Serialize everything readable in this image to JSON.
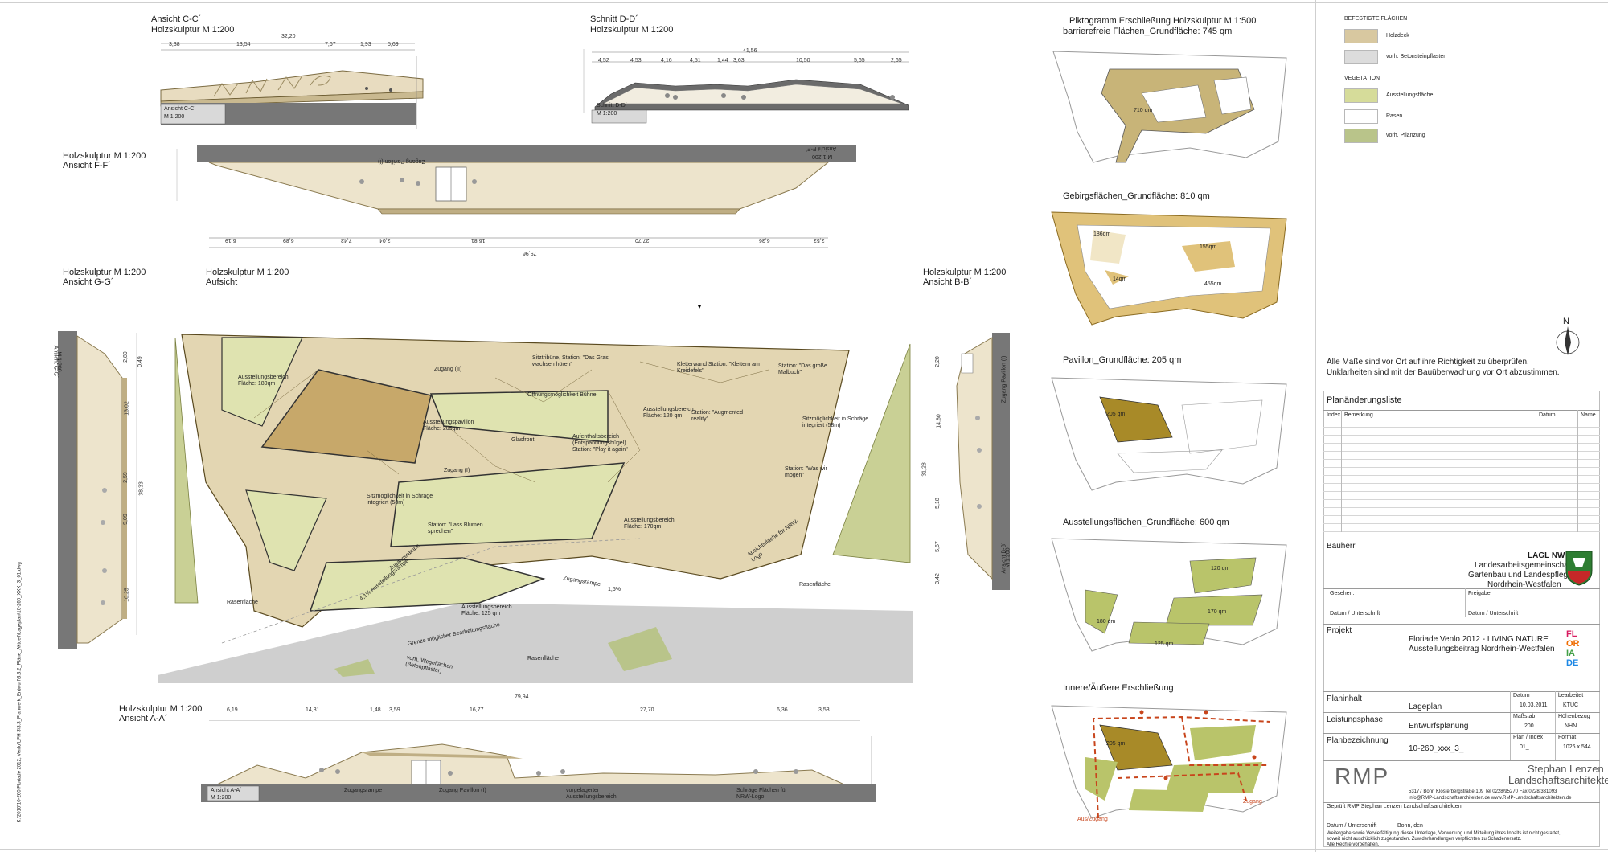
{
  "path_text": "K:\\2010\\10-260 Floriade 2012, Venlo\\LPH 3\\3.3_Planwerk_Entwurf\\3.3.2_Pläne_Aktuell\\Lageplan\\10-260_XXX_3_01.dwg",
  "elevations": {
    "cc": {
      "title1": "Ansicht C-C´",
      "title2": "Holzskulptur M 1:200",
      "total": "32,20",
      "dims": [
        "3,38",
        "13,54",
        "7,67",
        "1,93",
        "5,69"
      ],
      "label1": "Ansicht C-C´",
      "label2": "M 1:200"
    },
    "dd": {
      "title1": "Schnitt D-D´",
      "title2": "Holzskulptur M 1:200",
      "total": "41,56",
      "dims": [
        "4,52",
        "4,53",
        "4,16",
        "4,51",
        "1,44",
        "3,63",
        "10,50",
        "5,65",
        "2,65"
      ],
      "label1": "Schnitt D-D´",
      "label2": "M 1:200"
    },
    "ff": {
      "title1": "Holzskulptur M 1:200",
      "title2": "Ansicht F-F´",
      "total": "79,96",
      "dims": [
        "6,19",
        "6,89",
        "7,42",
        "3,04",
        "16,81",
        "27,70",
        "6,36",
        "3,53"
      ],
      "label_upside": "Zugang Pavillon (I)",
      "label1": "Ansicht F-F´",
      "label2": "M 1:200"
    },
    "gg": {
      "title1": "Holzskulptur M 1:200",
      "title2": "Ansicht G-G´",
      "total": "38,33",
      "dims": [
        "2,89",
        "0,49",
        "13,02",
        "2,59",
        "9,09",
        "10,25"
      ],
      "label1": "Ansicht G-G´",
      "label2": "M 1:200"
    },
    "bb": {
      "title1": "Holzskulptur M 1:200",
      "title2": "Ansicht B-B´",
      "total": "31,28",
      "dims": [
        "2,20",
        "14,80",
        "5,18",
        "5,67",
        "3,42"
      ],
      "label1": "Zugang Pavillon (I)",
      "label2": "Ansicht B-B´",
      "label3": "M 1:200"
    },
    "aa": {
      "title1": "Holzskulptur M 1:200",
      "title2": "Ansicht A-A´",
      "total": "79,94",
      "dims": [
        "6,19",
        "14,31",
        "1,48",
        "3,59",
        "16,77",
        "27,70",
        "6,36",
        "3,53"
      ],
      "label1": "Ansicht A-A´",
      "label2": "M 1:200",
      "captions": [
        "Zugangsrampe",
        "Zugang Pavillon (I)",
        "vorgelagerter Ausstellungsbereich",
        "Schräge Flächen für NRW-Logo"
      ]
    }
  },
  "plan": {
    "title1": "Holzskulptur M 1:200",
    "title2": "Aufsicht",
    "labels": {
      "zugang2": "Zugang (II)",
      "sitztribuene": "Sitztribüne, Station: \"Das Gras wachsen hören\"",
      "kletterwand": "Kletterwand Station: \"Klettern am Kreidefels\"",
      "station_malbuch": "Station: \"Das große Malbuch\"",
      "ausst_180": "Ausstellungsbereich Fläche: 180qm",
      "pavillon": "Ausstellungspavillon Fläche: 205qm",
      "oeffnung": "Öffnungsmöglichkeit Bühne",
      "glasfront": "Glasfront",
      "aufenthalt": "Aufenthaltsbereich (Entspannungshügel) Station: \"Play it again\"",
      "ausst_120": "Ausstellungsbereich Fläche: 120 qm",
      "station_augmented": "Station: \"Augmented reality\"",
      "sitz_schraege_right": "Sitzmöglichkeit in Schräge integriert (58m)",
      "station_was_wir_moegen": "Station: \"Was wir mögen\"",
      "zugang1": "Zugang (I)",
      "sitz_schraege_left": "Sitzmöglichkeit in Schräge integriert (58m)",
      "station_blumen": "Station: \"Lass Blumen sprechen\"",
      "ausst_170": "Ausstellungsbereich Fläche: 170qm",
      "ansichtsflaeche": "Ansichtsfläche für NRW-Logo",
      "ausst_125": "Ausstellungsbereich Fläche: 125 qm",
      "zugangsrampe": "Zugangsrampe",
      "rampe_pct": "1,5%",
      "rasen1": "Rasenfläche",
      "rasen2": "Rasenfläche",
      "rasen3": "Rasenfläche",
      "wegeflaechen": "vorh. Wegeflächen (Betonpflaster)",
      "grenze": "Grenze möglicher Bearbeitungsfläche",
      "ausstellungsrampe": "4,1% Ausstellungsrampe",
      "zugangsrampe_left": "Zugangsrampe"
    }
  },
  "pictograms": {
    "p1_title1": "Piktogramm Erschließung Holzskulptur M 1:500",
    "p1_title2": "barrierefreie Flächen_Grundfläche: 745 qm",
    "p1_area": "710 qm",
    "p2_title": "Gebirgsflächen_Grundfläche: 810 qm",
    "p2_areas": [
      "186qm",
      "155qm",
      "14qm",
      "455qm"
    ],
    "p3_title": "Pavillon_Grundfläche: 205 qm",
    "p3_area": "205 qm",
    "p4_title": "Ausstellungsflächen_Grundfläche: 600 qm",
    "p4_areas": [
      "120 qm",
      "180 qm",
      "170 qm",
      "125 qm"
    ],
    "p5_title": "Innere/Äußere Erschließung",
    "p5_area": "205 qm",
    "p5_zugang": "Zugang",
    "p5_auszugang": "Aus/Zugang"
  },
  "legend": {
    "heading1": "BEFESTIGTE FLÄCHEN",
    "item1": "Holzdeck",
    "item2": "vorh. Betonsteinpflaster",
    "heading2": "VEGETATION",
    "item3": "Ausstellungsfläche",
    "item4": "Rasen",
    "item5": "vorh. Pflanzung",
    "colors": {
      "holzdeck": "#d8c8a0",
      "beton": "#dcdcdc",
      "ausst": "#d6dc9a",
      "rasen": "#ffffff",
      "pflanzung": "#b9c48a"
    },
    "north": "N",
    "note1": "Alle Maße sind vor Ort auf ihre Richtigkeit zu überprüfen.",
    "note2": "Unklarheiten sind mit der Bauüberwachung vor Ort abzustimmen."
  },
  "titleblock": {
    "aenderung_title": "Planänderungsliste",
    "col_index": "Index",
    "col_bemerkung": "Bemerkung",
    "col_datum": "Datum",
    "col_name": "Name",
    "bauherr_label": "Bauherr",
    "lagl": "LAGL NW",
    "lagl_lines": [
      "Landesarbeitsgemeinschaft",
      "Gartenbau und Landespflege",
      "Nordrhein-Westfalen"
    ],
    "gesehen": "Gesehen:",
    "freigabe": "Freigabe:",
    "datum_unterschrift1": "Datum / Unterschrift",
    "datum_unterschrift2": "Datum / Unterschrift",
    "projekt_label": "Projekt",
    "projekt_lines": [
      "Floriade Venlo 2012 - LIVING NATURE",
      "Ausstellungsbeitrag Nordrhein-Westfalen"
    ],
    "floriade_logo": "FLORIADE",
    "planinhalt_label": "Planinhalt",
    "planinhalt_val": "Lageplan",
    "datum_label": "Datum",
    "datum_val": "10.03.2011",
    "bearbeitet_label": "bearbeitet",
    "bearbeitet_val": "KTUC",
    "phase_label": "Leistungsphase",
    "phase_val": "Entwurfsplanung",
    "massstab_label": "Maßstab",
    "massstab_val": "200",
    "hoehen_label": "Höhenbezug",
    "hoehen_val": "NHN",
    "planbez_label": "Planbezeichnung",
    "planbez_val": "10-260_xxx_3_",
    "planindex_label": "Plan / Index",
    "planindex_val": "01_",
    "format_label": "Format",
    "format_val": "1026 x 544",
    "rmp": "RMP",
    "firm1": "Stephan Lenzen",
    "firm2": "Landschaftsarchitekten",
    "address1": "53177 Bonn Klosterbergstraße 109   Tel 0228/95270   Fax 0228/331093",
    "address2": "info@RMP-Landschaftsarchitekten.de        www.RMP-Landschaftsarchitekten.de",
    "geprueft": "Geprüft RMP Stephan Lenzen Landschaftsarchitekten:",
    "datum_unterschrift3": "Datum / Unterschrift",
    "bonn": "Bonn, den",
    "disclaimer": [
      "Weitergabe sowie Vervielfältigung dieser Unterlage, Verwertung und Mitteilung ihres Inhalts ist nicht gestattet,",
      "soweit nicht ausdrücklich zugestanden. Zuwiderhandlungen verpflichten zu Schadenersatz.",
      "Alle Rechte vorbehalten."
    ]
  }
}
